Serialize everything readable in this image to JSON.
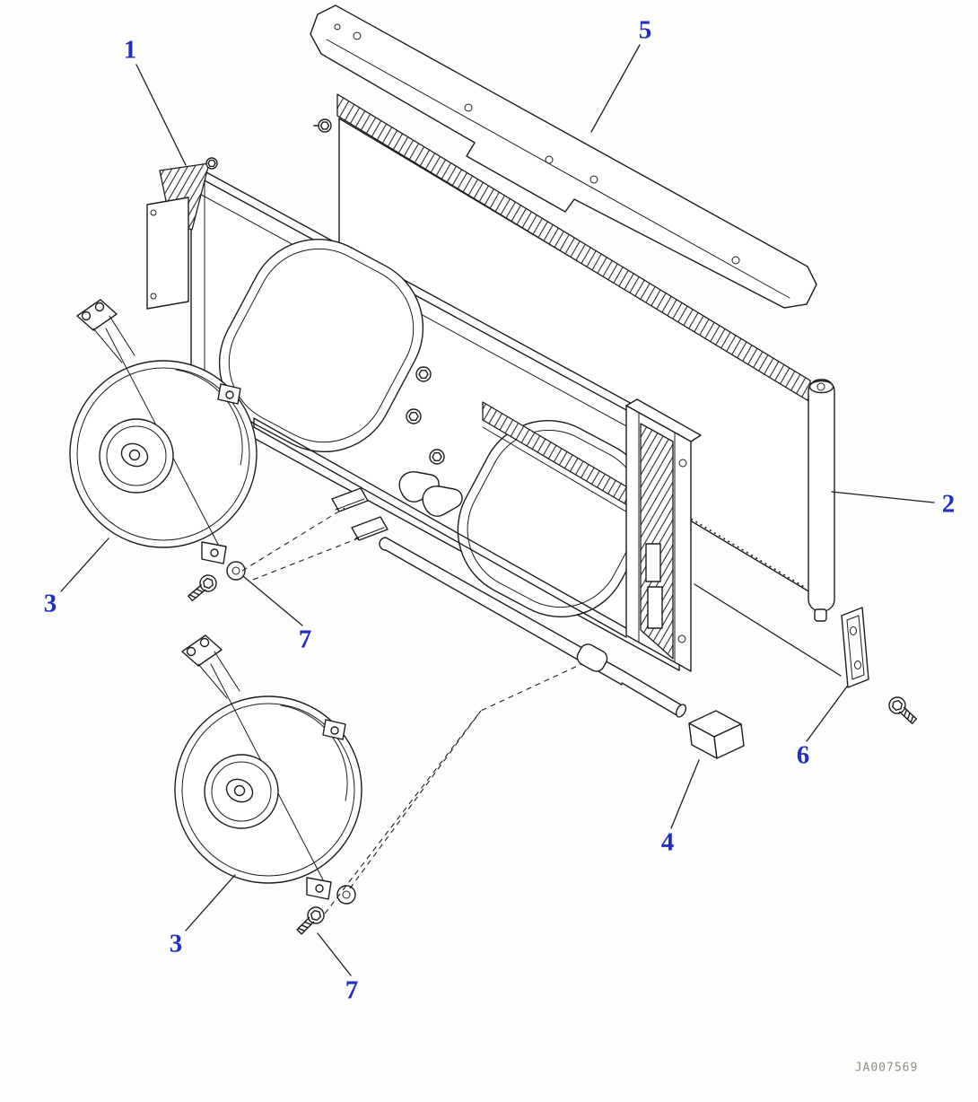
{
  "diagram": {
    "drawing_number": "JA007569",
    "callouts": [
      {
        "id": "callout-1",
        "label": "1"
      },
      {
        "id": "callout-2",
        "label": "2"
      },
      {
        "id": "callout-3-upper",
        "label": "3"
      },
      {
        "id": "callout-3-lower",
        "label": "3"
      },
      {
        "id": "callout-4",
        "label": "4"
      },
      {
        "id": "callout-5",
        "label": "5"
      },
      {
        "id": "callout-6",
        "label": "6"
      },
      {
        "id": "callout-7-upper",
        "label": "7"
      },
      {
        "id": "callout-7-lower",
        "label": "7"
      }
    ],
    "colors": {
      "background": "#fdfdfc",
      "line": "#1d1d1b",
      "callout_text": "#2030c0",
      "drawing_number_text": "#8e8e86"
    }
  }
}
